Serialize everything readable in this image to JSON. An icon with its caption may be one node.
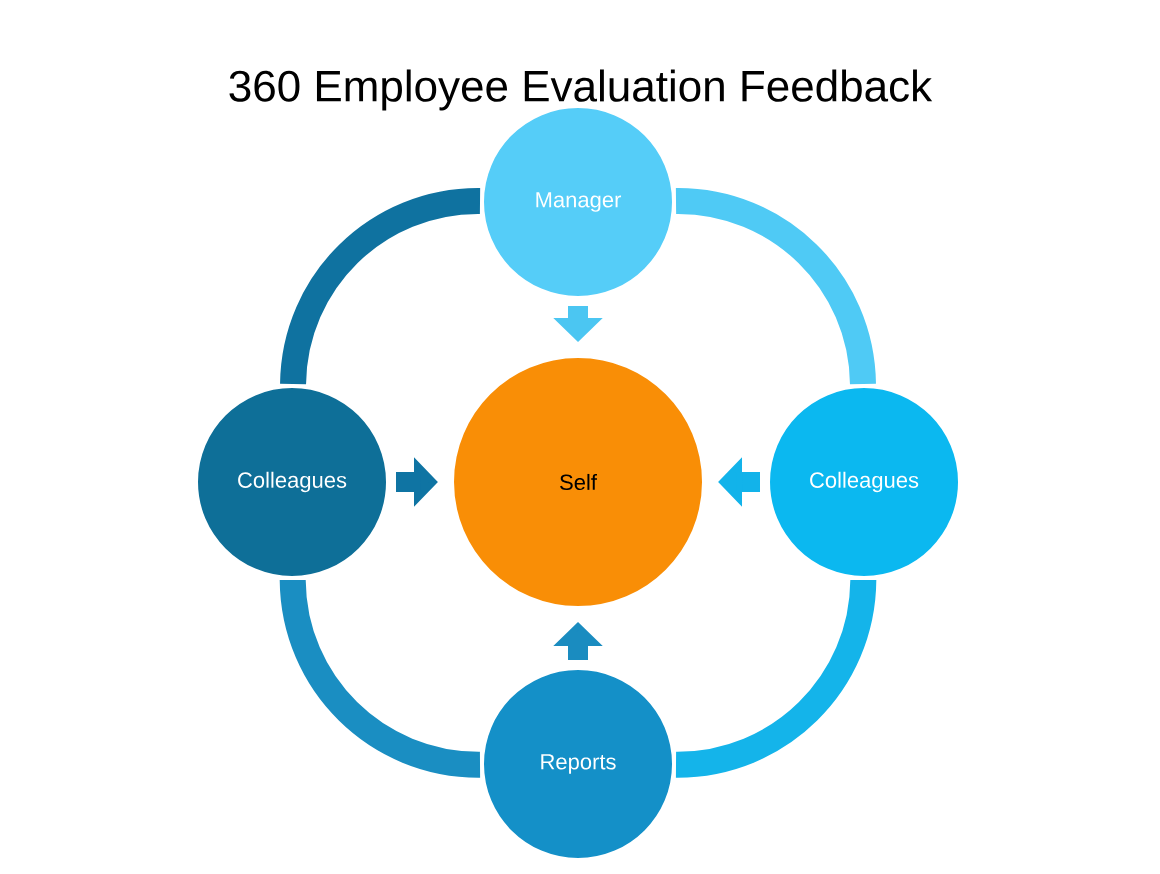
{
  "diagram": {
    "title": "360 Employee Evaluation Feedback",
    "nodes": [
      {
        "text": [
          "Manager"
        ]
      },
      {
        "text": [
          "Colleagues"
        ]
      },
      {
        "text": [
          "Self"
        ]
      },
      {
        "text": [
          "Colleagues"
        ]
      },
      {
        "text": [
          "Reports"
        ]
      }
    ],
    "edges": [
      {
        "from": 0,
        "to": 2,
        "arrow": "to",
        "color": "#4bc6f2"
      },
      {
        "from": 1,
        "to": 2,
        "arrow": "to",
        "color": "#0f74a3"
      },
      {
        "from": 3,
        "to": 2,
        "arrow": "to",
        "color": "#12b3ea"
      },
      {
        "from": 4,
        "to": 2,
        "arrow": "to",
        "color": "#1a8cc0"
      },
      {
        "from": 0,
        "to": 1,
        "arrow": "none",
        "color": "#0f72a0"
      },
      {
        "from": 0,
        "to": 3,
        "arrow": "none",
        "color": "#4fcaf5"
      },
      {
        "from": 3,
        "to": 4,
        "arrow": "none",
        "color": "#14b4ea"
      },
      {
        "from": 1,
        "to": 4,
        "arrow": "none",
        "color": "#1a8ec2"
      }
    ]
  }
}
